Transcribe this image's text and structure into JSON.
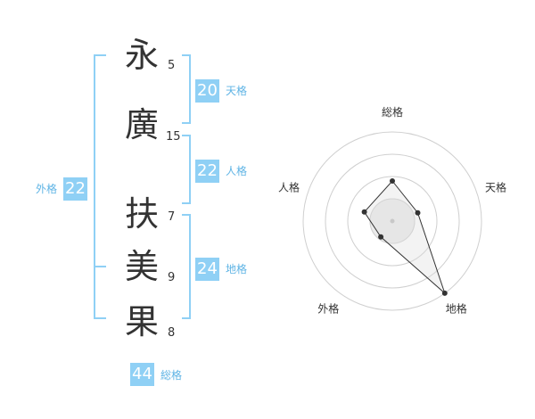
{
  "characters": [
    {
      "char": "永",
      "strokes": "5"
    },
    {
      "char": "廣",
      "strokes": "15"
    },
    {
      "char": "扶",
      "strokes": "7"
    },
    {
      "char": "美",
      "strokes": "9"
    },
    {
      "char": "果",
      "strokes": "8"
    }
  ],
  "kakusu": {
    "tenkaku": {
      "value": "20",
      "label": "天格"
    },
    "jinkaku": {
      "value": "22",
      "label": "人格"
    },
    "chikaku": {
      "value": "24",
      "label": "地格"
    },
    "gaikaku": {
      "value": "22",
      "label": "外格"
    },
    "soukaku": {
      "value": "44",
      "label": "総格"
    }
  },
  "colors": {
    "accent": "#8fd0f5",
    "label": "#5fb4e5",
    "text": "#333333"
  },
  "chart_data": {
    "type": "radar",
    "axes": [
      "総格",
      "天格",
      "地格",
      "外格",
      "人格"
    ],
    "values": [
      0.45,
      0.3,
      1.0,
      0.22,
      0.33
    ],
    "range": [
      0,
      1
    ],
    "grid_rings": 4
  }
}
